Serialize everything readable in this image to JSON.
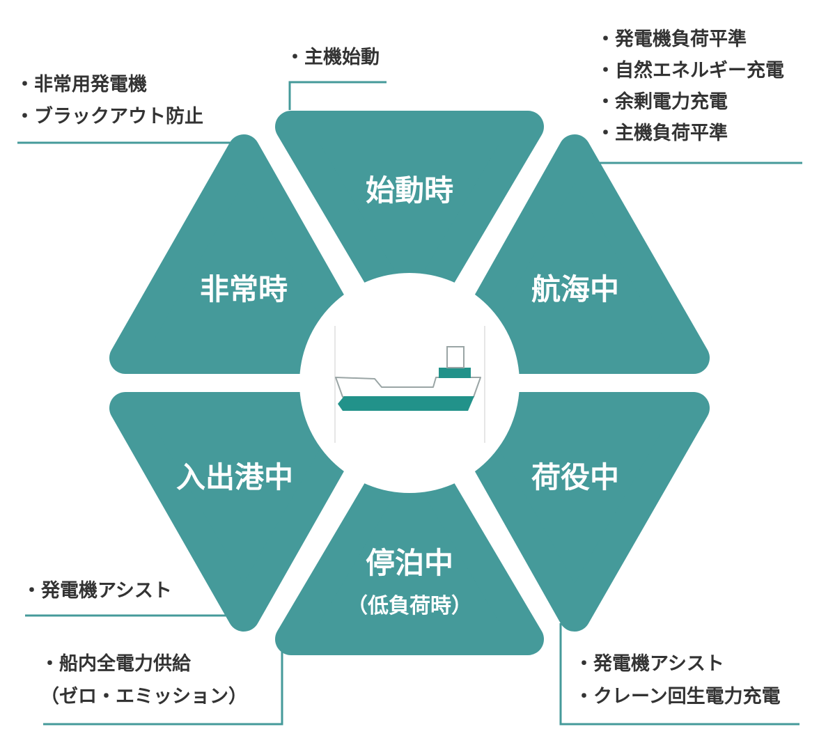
{
  "colors": {
    "segment": "#459a9a",
    "leader": "#459a9a",
    "text": "#333333",
    "ship_hull": "#22928a"
  },
  "center": {
    "icon": "ship-icon"
  },
  "segments": [
    {
      "id": "startup",
      "label": "始動時",
      "notes": [
        "・主機始動"
      ]
    },
    {
      "id": "voyage",
      "label": "航海中",
      "notes": [
        "・発電機負荷平準",
        "・自然エネルギー充電",
        "・余剰電力充電",
        "・主機負荷平準"
      ]
    },
    {
      "id": "cargo",
      "label": "荷役中",
      "notes": [
        "・発電機アシスト",
        "・クレーン回生電力充電"
      ]
    },
    {
      "id": "berthing",
      "label": "停泊中",
      "sublabel": "（低負荷時）",
      "notes": [
        "・船内全電力供給",
        "（ゼロ・エミッション）"
      ]
    },
    {
      "id": "port",
      "label": "入出港中",
      "notes": [
        "・発電機アシスト"
      ]
    },
    {
      "id": "emergency",
      "label": "非常時",
      "notes": [
        "・非常用発電機",
        "・ブラックアウト防止"
      ]
    }
  ]
}
